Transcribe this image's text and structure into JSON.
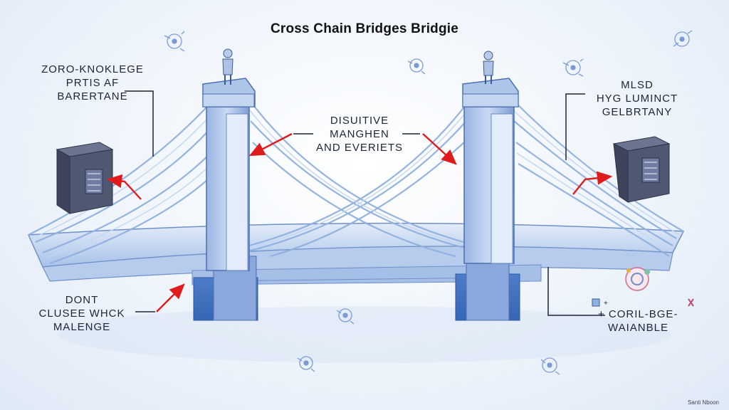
{
  "title": "Cross Chain Bridges Bridgie",
  "labels": {
    "top_left": [
      "ZORO-KNOKLEGE",
      "PRTIS AF",
      "BARERTANE"
    ],
    "center": [
      "DISUITIVE",
      "MANGHEN",
      "AND EVERIETS"
    ],
    "top_right": [
      "MLSD",
      "HYG LUMINCT",
      "GELBRTANY"
    ],
    "bottom_left": [
      "DONT",
      "CLUSEE WHCK",
      "MALENGE"
    ],
    "bottom_right": [
      "+ CORIL-BGE-",
      "WAIANBLE"
    ]
  },
  "credit": "Santi Nboon",
  "colors": {
    "tower": "#7f9fd6",
    "tower_dark": "#5573b4",
    "cable": "#9dbbe6",
    "deck": "#c9daf1",
    "arrow": "#e01b1b",
    "server": "#4d5670"
  },
  "icons": [
    "person-statue-icon",
    "server-icon",
    "network-node-icon",
    "chart-widget-icon"
  ]
}
